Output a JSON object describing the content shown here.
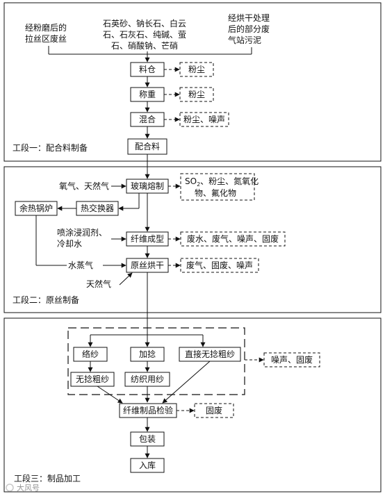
{
  "inputs": {
    "waste_silk": [
      "经粉磨后的",
      "拉丝区废丝"
    ],
    "minerals": [
      "石英砂、钠长石、白云",
      "石、石灰石、纯碱、萤",
      "石、硝酸钠、芒硝"
    ],
    "sludge": [
      "经烘干处理",
      "后的部分废",
      "气站污泥"
    ]
  },
  "stage1": {
    "label": "工段一：配合料制备",
    "silo": "料仓",
    "weigh": "称重",
    "mix": "混合",
    "batch": "配合料",
    "silo_emission": "粉尘",
    "weigh_emission": "粉尘",
    "mix_emission": "粉尘、噪声"
  },
  "stage2": {
    "label": "工段二：原丝制备",
    "fuel_in": "氧气、天然气",
    "melt": "玻璃熔制",
    "melt_emission": [
      "SO",
      "2",
      "、粉尘、氮氧化",
      "物、氟化物"
    ],
    "heat_exchanger": "热交换器",
    "boiler": "余热锅炉",
    "sizing_in": [
      "喷涂浸润剂、",
      "冷却水"
    ],
    "forming": "纤维成型",
    "forming_emission": "废水、废气、噪声、固废",
    "steam": "水蒸气",
    "drying": "原丝烘干",
    "drying_emission": "废气、固废、噪声",
    "natural_gas": "天然气"
  },
  "stage3": {
    "label": "工段三：制品加工",
    "winding": "络纱",
    "twisting": "加捻",
    "direct_roving": "直接无捻粗纱",
    "roving": "无捻粗纱",
    "textile_yarn": "纺织用纱",
    "process_emission": "噪声、固废",
    "inspection": "纤维制品检验",
    "inspection_emission": "固废",
    "packaging": "包装",
    "storage": "入库"
  },
  "watermark": "大风号"
}
